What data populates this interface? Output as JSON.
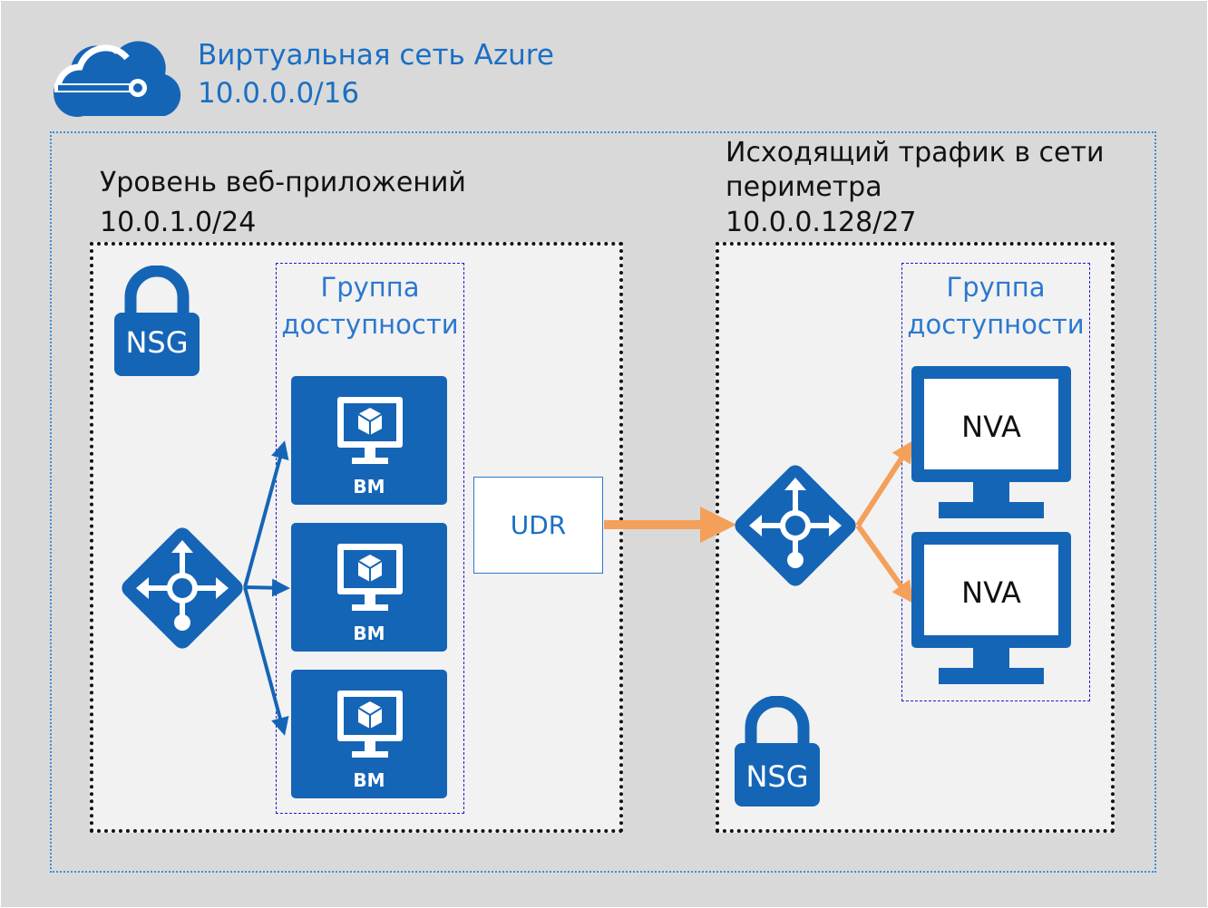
{
  "vnet": {
    "name": "Виртуальная сеть Azure",
    "cidr": "10.0.0.0/16",
    "icon": "cloud-network-icon"
  },
  "web_tier": {
    "title": "Уровень веб-приложений",
    "cidr": "10.0.1.0/24",
    "nsg_label": "NSG",
    "availability_set": {
      "line1": "Группа",
      "line2": "доступности"
    },
    "vms": [
      {
        "label": "ВМ"
      },
      {
        "label": "ВМ"
      },
      {
        "label": "ВМ"
      }
    ]
  },
  "udr": {
    "label": "UDR"
  },
  "perimeter": {
    "title_line1": "Исходящий трафик в сети",
    "title_line2": "периметра",
    "cidr": "10.0.0.128/27",
    "nsg_label": "NSG",
    "availability_set": {
      "line1": "Группа",
      "line2": "доступности"
    },
    "nvas": [
      {
        "label": "NVA"
      },
      {
        "label": "NVA"
      }
    ]
  },
  "colors": {
    "background": "#d9d9d9",
    "azure_blue": "#1565b6",
    "text_blue": "#1a6fc4",
    "arrow_orange": "#f4a05a",
    "vnet_border": "#3a8fd6",
    "avset_border": "#1e1ecc"
  }
}
